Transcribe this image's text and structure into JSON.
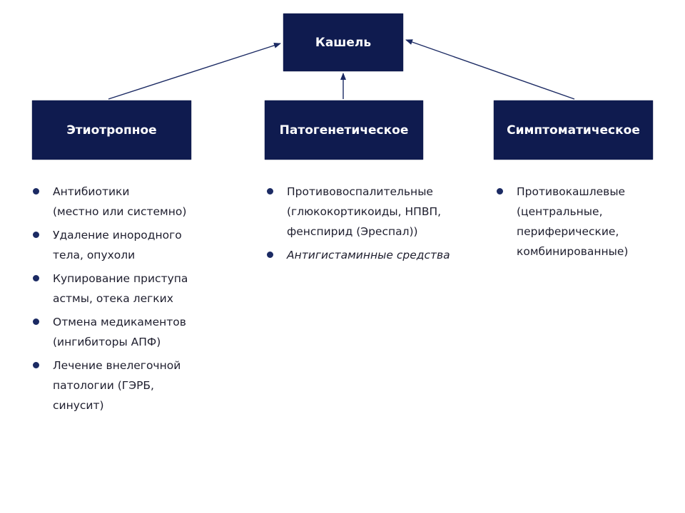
{
  "diagram": {
    "root": {
      "label": "Кашель"
    },
    "branches": [
      {
        "label": "Этиотропное",
        "items": [
          "Антибиотики\n(местно или системно)",
          "Удаление инородного\nтела, опухоли",
          "Купирование приступа\nастмы, отека легких",
          "Отмена медикаментов\n(ингибиторы АПФ)",
          "Лечение внелегочной\nпатологии (ГЭРБ,\nсинусит)"
        ]
      },
      {
        "label": "Патогенетическое",
        "items": [
          "Противовоспалительные\n(глюкокортикоиды, НПВП,\nфенспирид (Эреспал))",
          "Антигистаминные средства"
        ]
      },
      {
        "label": "Симптоматическое",
        "items": [
          "Противокашлевые\n(центральные,\nпериферические,\nкомбинированные)"
        ]
      }
    ],
    "colors": {
      "box_fill": "#0f1b4f",
      "box_text": "#ffffff",
      "arrow": "#1b2a63",
      "bullet": "#1b2a63",
      "list_text": "#1e1e2e"
    }
  }
}
